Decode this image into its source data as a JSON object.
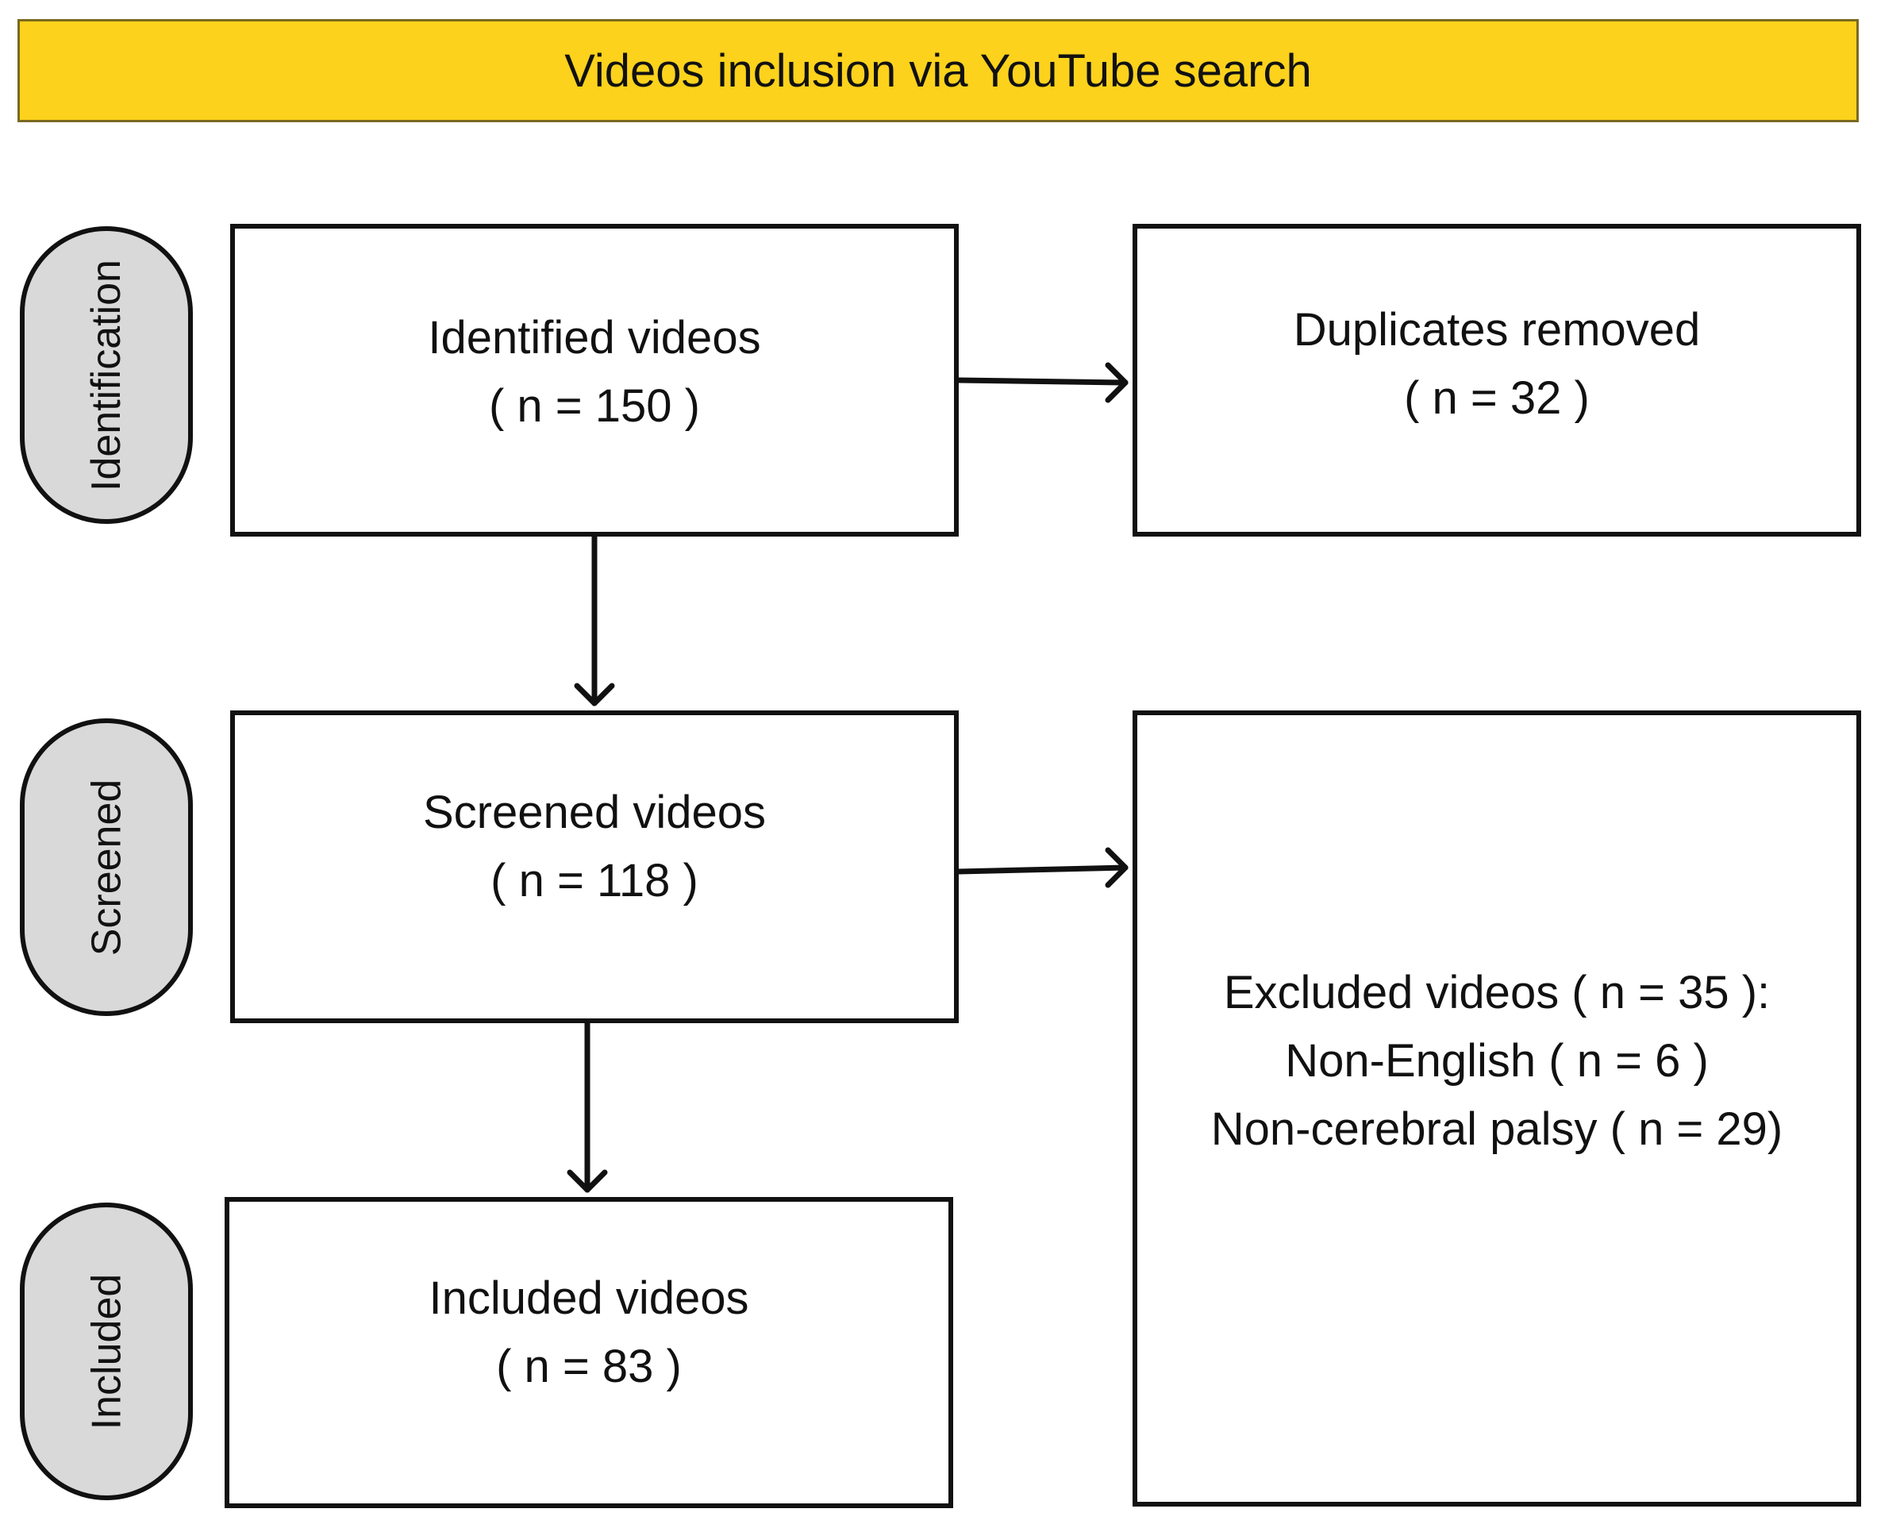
{
  "banner": {
    "title": "Videos inclusion via YouTube search"
  },
  "stages": {
    "identification": "Identification",
    "screened": "Screened",
    "included": "Included"
  },
  "boxes": {
    "identified": {
      "label": "Identified videos",
      "count": "( n = 150 )"
    },
    "duplicates": {
      "label": "Duplicates removed",
      "count": "( n = 32 )"
    },
    "screened": {
      "label": "Screened videos",
      "count": "( n = 118 )"
    },
    "excluded": {
      "label": "Excluded videos ( n = 35 ):",
      "reason_1": "Non-English ( n = 6 )",
      "reason_2": "Non-cerebral palsy ( n = 29)"
    },
    "included": {
      "label": "Included videos",
      "count": "( n = 83 )"
    }
  },
  "colors": {
    "banner_fill": "#fcd21c",
    "stage_fill": "#d9d9d9",
    "stroke": "#111111"
  }
}
